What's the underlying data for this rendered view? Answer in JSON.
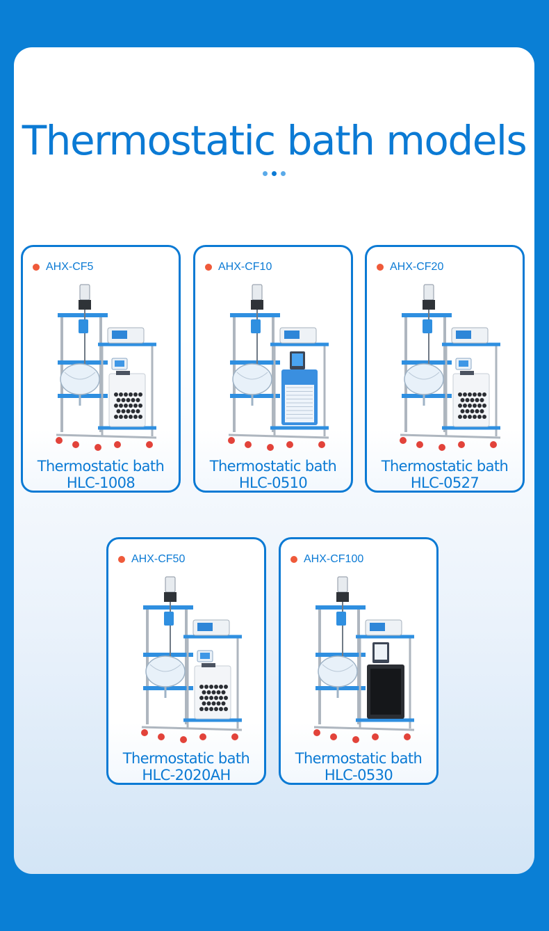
{
  "title": "Thermostatic bath models",
  "cards": [
    {
      "model": "AHX-CF5",
      "caption_line1": "Thermostatic bath",
      "caption_line2": "HLC-1008",
      "bath_style": "white-hex"
    },
    {
      "model": "AHX-CF10",
      "caption_line1": "Thermostatic bath",
      "caption_line2": "HLC-0510",
      "bath_style": "blue"
    },
    {
      "model": "AHX-CF20",
      "caption_line1": "Thermostatic bath",
      "caption_line2": "HLC-0527",
      "bath_style": "white-hex"
    },
    {
      "model": "AHX-CF50",
      "caption_line1": "Thermostatic bath",
      "caption_line2": "HLC-2020AH",
      "bath_style": "white-hex"
    },
    {
      "model": "AHX-CF100",
      "caption_line1": "Thermostatic bath",
      "caption_line2": "HLC-0530",
      "bath_style": "black"
    }
  ],
  "colors": {
    "background": "#0a7fd5",
    "accent": "#0b7ad4",
    "bullet": "#ef5a3a",
    "frame_blue": "#2f8fe0"
  }
}
